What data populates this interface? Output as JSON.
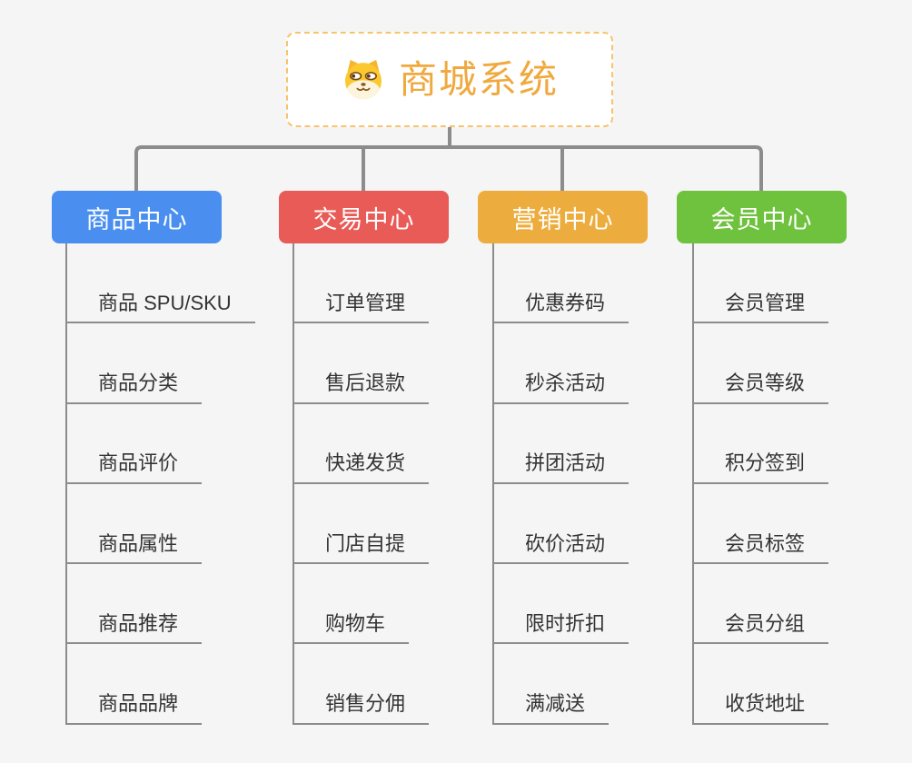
{
  "page": {
    "background_color": "#f5f5f6",
    "connector_color": "#8C8C8C"
  },
  "root": {
    "title": "商城系统",
    "icon": "dog-face-icon",
    "title_color": "#EFA93F",
    "border_color": "#F8C36B"
  },
  "branches": [
    {
      "label": "商品中心",
      "color": "#4A8FF0",
      "children": [
        "商品 SPU/SKU",
        "商品分类",
        "商品评价",
        "商品属性",
        "商品推荐",
        "商品品牌"
      ]
    },
    {
      "label": "交易中心",
      "color": "#E85B57",
      "children": [
        "订单管理",
        "售后退款",
        "快递发货",
        "门店自提",
        "购物车",
        "销售分佣"
      ]
    },
    {
      "label": "营销中心",
      "color": "#EDAD3E",
      "children": [
        "优惠券码",
        "秒杀活动",
        "拼团活动",
        "砍价活动",
        "限时折扣",
        "满减送"
      ]
    },
    {
      "label": "会员中心",
      "color": "#6FC23D",
      "children": [
        "会员管理",
        "会员等级",
        "积分签到",
        "会员标签",
        "会员分组",
        "收货地址"
      ]
    }
  ]
}
